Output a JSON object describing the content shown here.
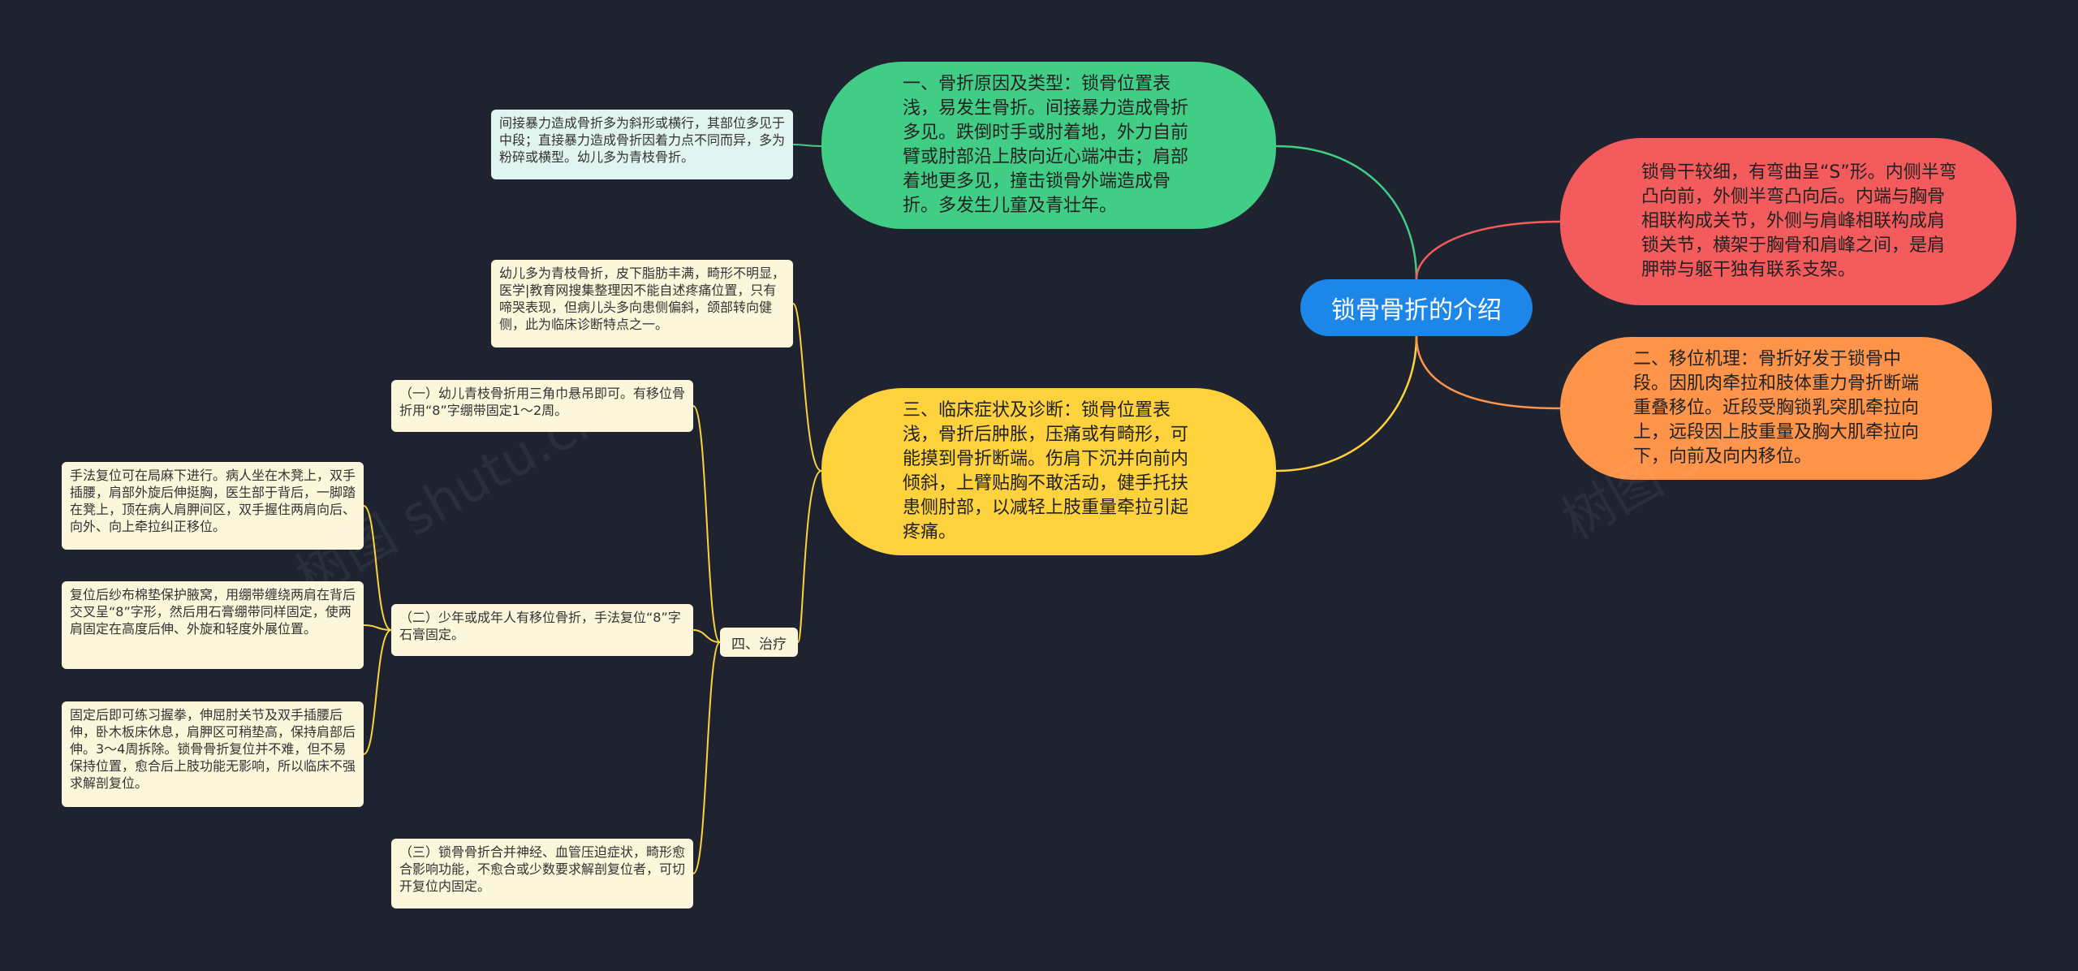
{
  "center": "锁骨骨折的介绍",
  "branch1": "一、骨折原因及类型：锁骨位置表浅，易发生骨折。间接暴力造成骨折多见。跌倒时手或肘着地，外力自前臂或肘部沿上肢向近心端冲击；肩部着地更多见，撞击锁骨外端造成骨折。多发生儿童及青壮年。",
  "branch1_leaf": "间接暴力造成骨折多为斜形或横行，其部位多见于中段；直接暴力造成骨折因着力点不同而异，多为粉碎或横型。幼儿多为青枝骨折。",
  "branch3": "三、临床症状及诊断：锁骨位置表浅，骨折后肿胀，压痛或有畸形，可能摸到骨折断端。伤肩下沉并向前内倾斜，上臂贴胸不敢活动，健手托扶患侧肘部，以减轻上肢重量牵拉引起疼痛。",
  "branch3_leaf": "幼儿多为青枝骨折，皮下脂肪丰满，畸形不明显，医学|教育网搜集整理因不能自述疼痛位置，只有啼哭表现，但病儿头多向患侧偏斜，颌部转向健侧，此为临床诊断特点之一。",
  "right1": "锁骨干较细，有弯曲呈“S”形。内侧半弯凸向前，外侧半弯凸向后。内端与胸骨相联构成关节，外侧与肩峰相联构成肩锁关节，横架于胸骨和肩峰之间，是肩胛带与躯干独有联系支架。",
  "right2": "二、移位机理：骨折好发于锁骨中段。因肌肉牵拉和肢体重力骨折断端重叠移位。近段受胸锁乳突肌牵拉向上，远段因上肢重量及胸大肌牵拉向下，向前及向内移位。",
  "treatment": {
    "label": "四、治疗",
    "item1": "（一）幼儿青枝骨折用三角巾悬吊即可。有移位骨折用“8”字绷带固定1～2周。",
    "item2": "（二）少年或成年人有移位骨折，手法复位“8”字石膏固定。",
    "item2_sub": [
      "手法复位可在局麻下进行。病人坐在木凳上，双手插腰，肩部外旋后伸挺胸，医生部于背后，一脚踏在凳上，顶在病人肩胛间区，双手握住两肩向后、向外、向上牵拉纠正移位。",
      "复位后纱布棉垫保护腋窝，用绷带缠绕两肩在背后交叉呈“8”字形，然后用石膏绷带同样固定，使两肩固定在高度后伸、外旋和轻度外展位置。",
      "固定后即可练习握拳，伸屈肘关节及双手插腰后伸，卧木板床休息，肩胛区可稍垫高，保持肩部后伸。3～4周拆除。锁骨骨折复位并不难，但不易保持位置，愈合后上肢功能无影响，所以临床不强求解剖复位。"
    ],
    "item3": "（三）锁骨骨折合并神经、血管压迫症状，畸形愈合影响功能，不愈合或少数要求解剖复位者，可切开复位内固定。"
  },
  "watermark": "树图 shutu.cn",
  "colors": {
    "background": "#1f2330",
    "center": "#1c87e8",
    "green": "#41cd85",
    "yellow": "#fdd23c",
    "red": "#f35b5c",
    "orange": "#fd944a"
  }
}
